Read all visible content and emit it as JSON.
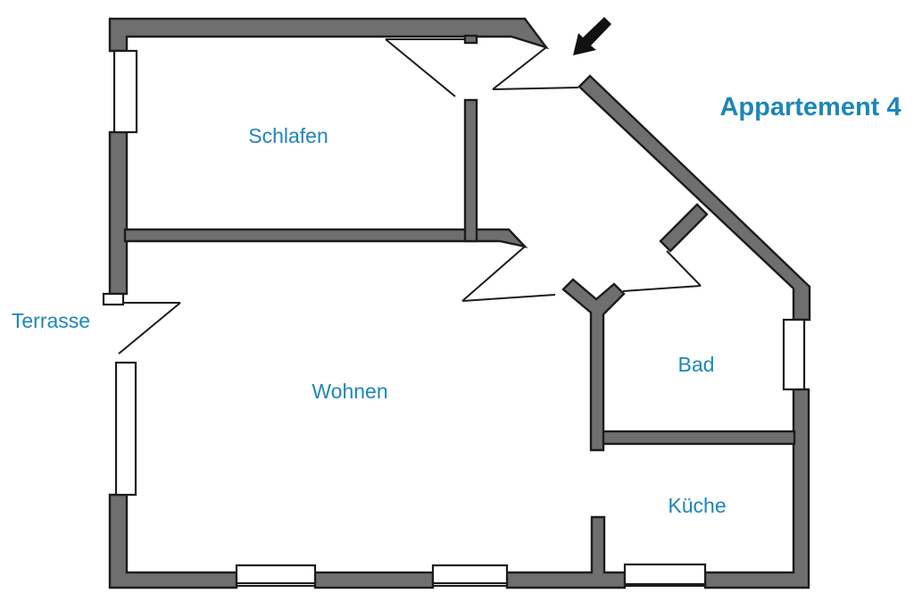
{
  "title": {
    "text": "Appartement 4"
  },
  "rooms": [
    {
      "id": "schlafen",
      "label": "Schlafen"
    },
    {
      "id": "wohnen",
      "label": "Wohnen"
    },
    {
      "id": "bad",
      "label": "Bad"
    },
    {
      "id": "kueche",
      "label": "Küche"
    },
    {
      "id": "terrasse",
      "label": "Terrasse"
    }
  ],
  "icons": {
    "entrance_arrow": "arrow-down-left"
  },
  "colors": {
    "background": "#ffffff",
    "wall_fill": "#6f6f6f",
    "wall_outline": "#1c1c1c",
    "window_fill": "#ffffff",
    "label_text": "#1e86b8",
    "arrow": "#121212"
  }
}
